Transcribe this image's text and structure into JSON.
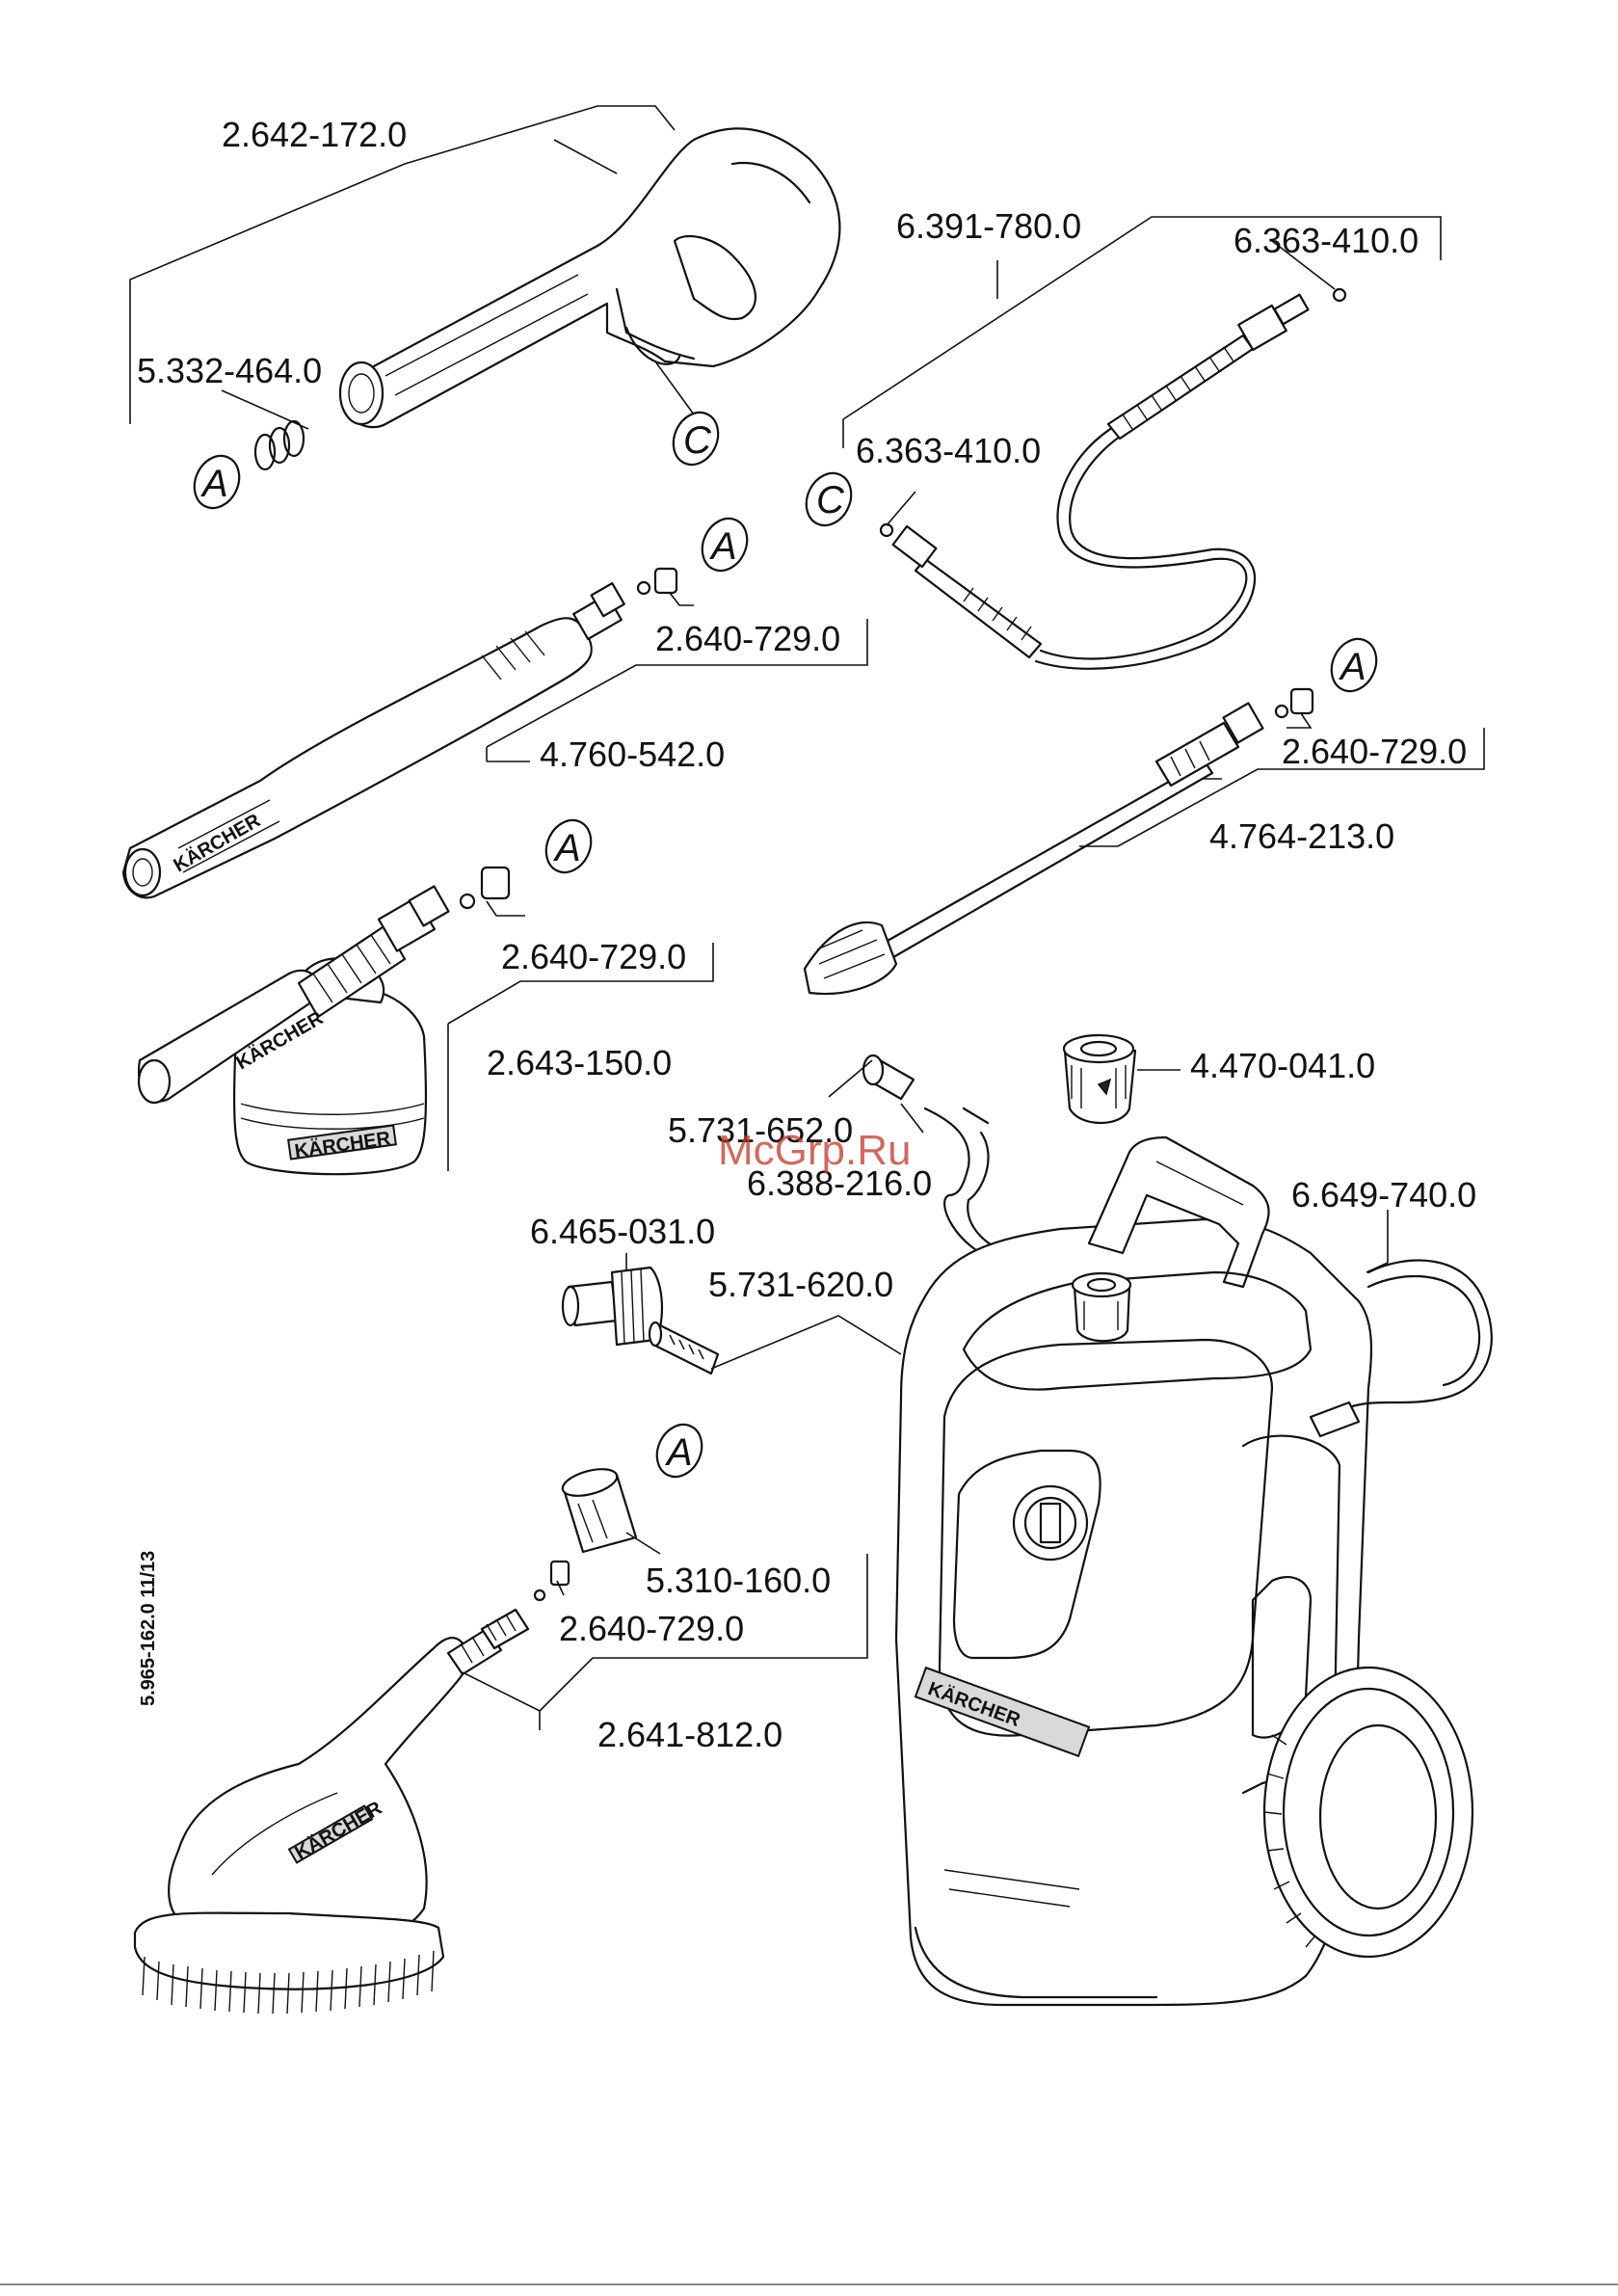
{
  "document_code": "5.965-162.0  11/13",
  "watermark": "McGrp.Ru",
  "brand_text": "KÄRCHER",
  "reference_marks": {
    "a": "A",
    "c": "C"
  },
  "part_labels": {
    "trigger_gun": "2.642-172.0",
    "gun_seal_set": "5.332-464.0",
    "hose_hp": "6.391-780.0",
    "o_ring_hose_end": "6.363-410.0",
    "o_ring_hose_start": "6.363-410.0",
    "nozzle_seal_1": "2.640-729.0",
    "vario_lance": "4.760-542.0",
    "nozzle_seal_2": "2.640-729.0",
    "dirt_blaster": "4.764-213.0",
    "nozzle_seal_3": "2.640-729.0",
    "foam_nozzle": "2.643-150.0",
    "quick_coupling": "4.470-041.0",
    "hose_adapter_a": "5.731-652.0",
    "hose_adapter_b": "6.388-216.0",
    "power_cord": "6.649-740.0",
    "garden_hose_coupling": "6.465-031.0",
    "water_filter": "5.731-620.0",
    "adapter_sleeve": "5.310-160.0",
    "nozzle_seal_4": "2.640-729.0",
    "wash_brush": "2.641-812.0"
  }
}
